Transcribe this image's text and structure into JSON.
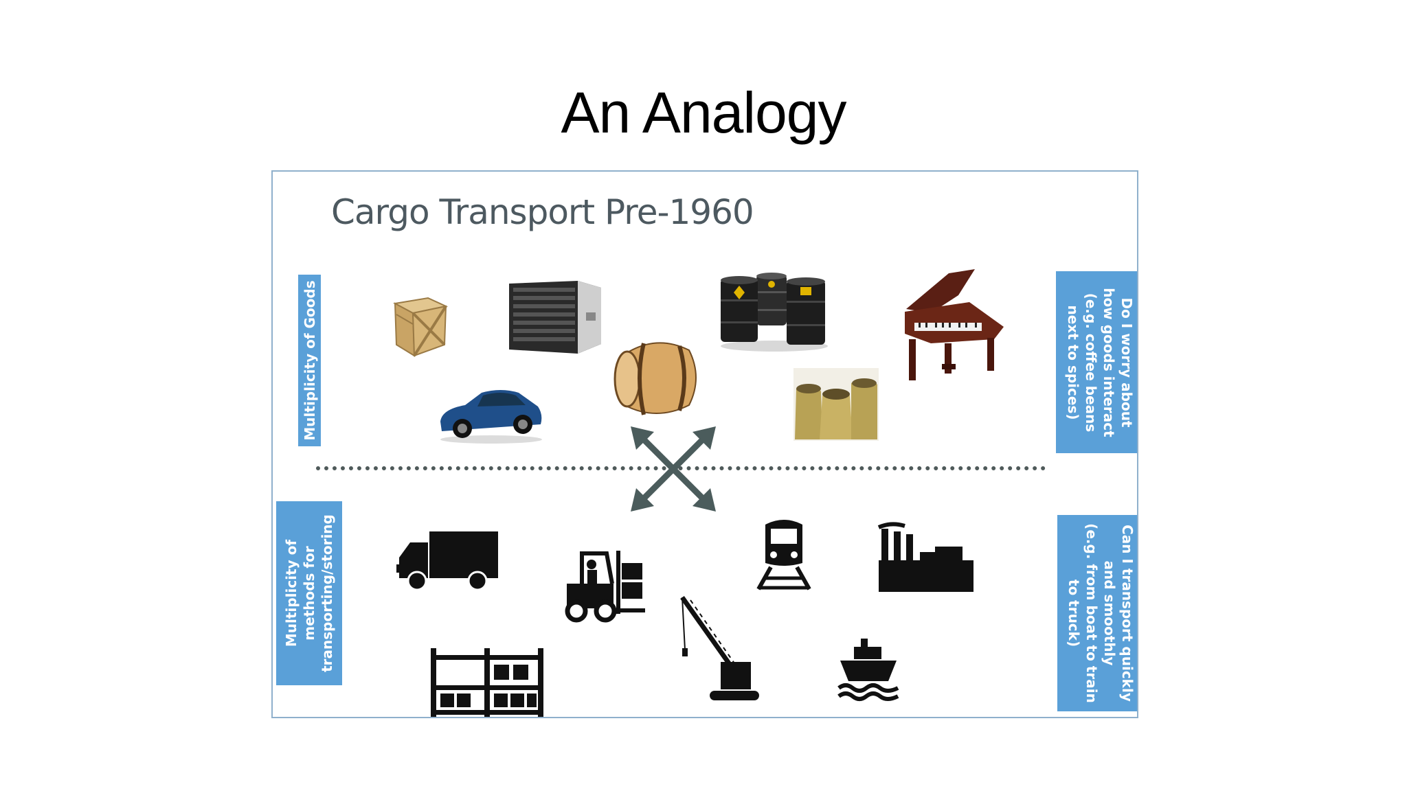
{
  "slide": {
    "title": "An Analogy"
  },
  "figure": {
    "heading": "Cargo Transport Pre-1960",
    "left_top_label": "Multiplicity of Goods",
    "left_bottom_label": [
      "Multiplicity of",
      "methods for",
      "transporting/storing"
    ],
    "right_top_label": [
      "Do I worry about",
      "how goods interact",
      "(e.g. coffee beans",
      "next to spices)"
    ],
    "right_bottom_label": [
      "Can I transport quickly",
      "and smoothly",
      "(e.g. from boat to train",
      "to truck)"
    ],
    "colors": {
      "label_box": "#5aa0d8",
      "icon_dark": "#111111",
      "arrows": "#4b5c5c",
      "border": "#8fb0cc"
    },
    "goods_icons": [
      "wooden-crate-icon",
      "server-rack-icon",
      "oil-barrels-icon",
      "grand-piano-icon",
      "sports-car-icon",
      "wooden-barrel-icon",
      "grain-sacks-icon"
    ],
    "transport_icons": [
      "truck-icon",
      "forklift-icon",
      "train-icon",
      "factory-icon",
      "warehouse-rack-icon",
      "crane-icon",
      "ship-icon"
    ]
  }
}
